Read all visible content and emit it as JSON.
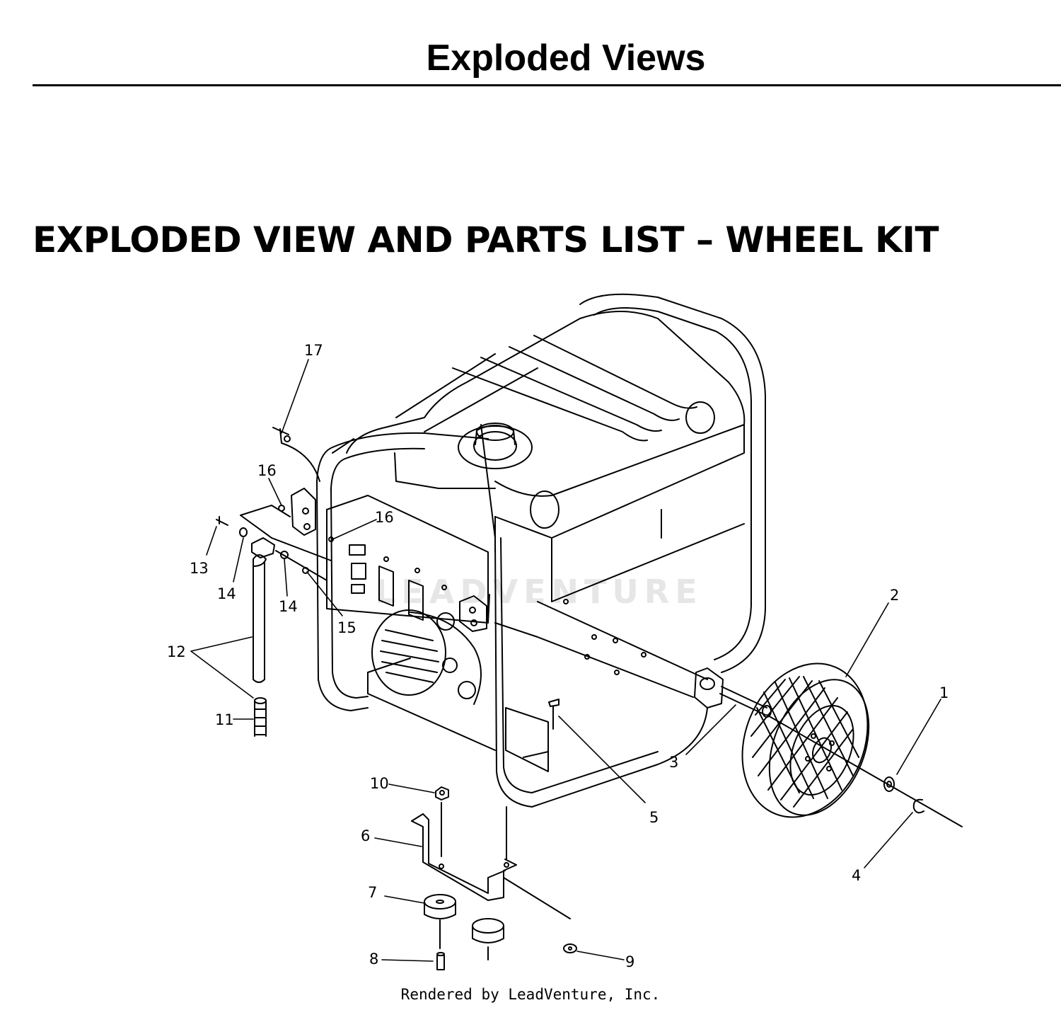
{
  "header": {
    "title": "Exploded Views"
  },
  "section": {
    "title": "EXPLODED VIEW AND PARTS LIST – WHEEL KIT"
  },
  "watermark": "LEADVENTURE",
  "callouts": [
    "1",
    "2",
    "3",
    "4",
    "5",
    "6",
    "7",
    "8",
    "9",
    "10",
    "11",
    "12",
    "13",
    "14",
    "14",
    "15",
    "16",
    "16",
    "17"
  ],
  "footer": {
    "credit": "Rendered by LeadVenture, Inc."
  }
}
